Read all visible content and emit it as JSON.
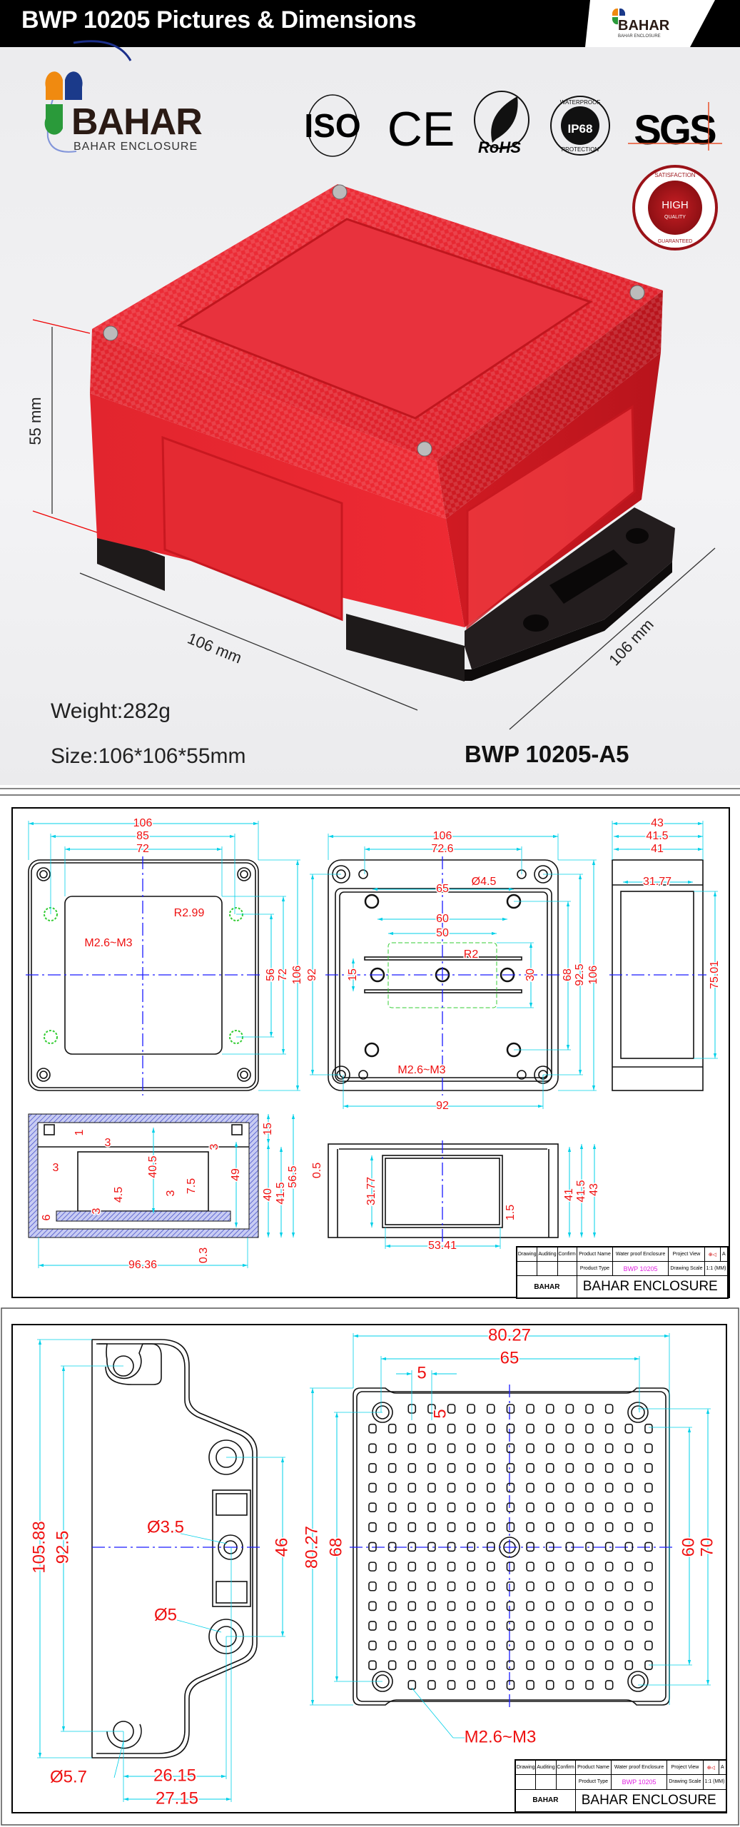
{
  "header": {
    "title": "BWP 10205  Pictures & Dimensions",
    "logo_text": "BAHAR",
    "logo_subtext": "BAHAR ENCLOSURE"
  },
  "photo": {
    "logo_text": "BAHAR",
    "logo_subtext": "BAHAR ENCLOSURE",
    "certifications": {
      "iso": "ISO",
      "ce": "CE",
      "rohs": "RoHS",
      "waterproof_top": "WATERPROOF",
      "waterproof_code": "IP68",
      "waterproof_bottom": "PROTECTION",
      "sgs": "SGS"
    },
    "badge": {
      "top": "SATISFACTION",
      "main": "HIGH",
      "sub": "QUALITY",
      "bottom": "GUARANTEED"
    },
    "height_label": "55 mm",
    "length_label": "106 mm",
    "width_label": "106 mm",
    "weight": "Weight:282g",
    "size": "Size:106*106*55mm",
    "model": "BWP 10205-A5",
    "colors": {
      "enclosure": "#e8232e",
      "base": "#1e1a1a"
    }
  },
  "d1": {
    "top": [
      "106",
      "85",
      "72",
      "56",
      "72",
      "106",
      "R2.99",
      "M2.6~M3"
    ],
    "bottom": [
      "106",
      "72.6",
      "65",
      "60",
      "50",
      "92",
      "92",
      "15",
      "30",
      "68",
      "92.5",
      "106",
      "Ø4.5",
      "R2",
      "M2.6~M3"
    ],
    "side": [
      "43",
      "41.5",
      "41",
      "31.77",
      "75.01"
    ],
    "section": [
      "1",
      "3",
      "3",
      "40.5",
      "3",
      "15",
      "49",
      "40",
      "41.5",
      "56.5",
      "4.5",
      "3",
      "7.5",
      "3",
      "6",
      "0.3",
      "96.36"
    ],
    "front": [
      "0.5",
      "31.77",
      "1.5",
      "53.41",
      "41",
      "41.5",
      "43"
    ]
  },
  "d2": {
    "bracket": [
      "105.88",
      "92.5",
      "46",
      "Ø3.5",
      "Ø5",
      "Ø5.7",
      "26.15",
      "27.15"
    ],
    "grid": [
      "80.27",
      "65",
      "5",
      "5",
      "80.27",
      "68",
      "60",
      "70",
      "M2.6~M3"
    ]
  },
  "title_block": {
    "drawing": "Drawing",
    "auditing": "Auditing",
    "confirm": "Confirm",
    "product_name_label": "Product Name",
    "product_name": "Water proof Enclosure",
    "project_view_label": "Project View",
    "sheet": "A",
    "product_type_label": "Product Type",
    "product_type": "BWP 10205",
    "drawing_scale_label": "Drawing Scale",
    "drawing_scale": "1:1 (MM)",
    "logo_text": "BAHAR",
    "company": "BAHAR  ENCLOSURE"
  },
  "colors": {
    "dimension": "#00d0e8",
    "label": "#ee1111",
    "centerline": "#1a1aff",
    "highlight": "#33cc33",
    "product_type": "#e020e0"
  }
}
